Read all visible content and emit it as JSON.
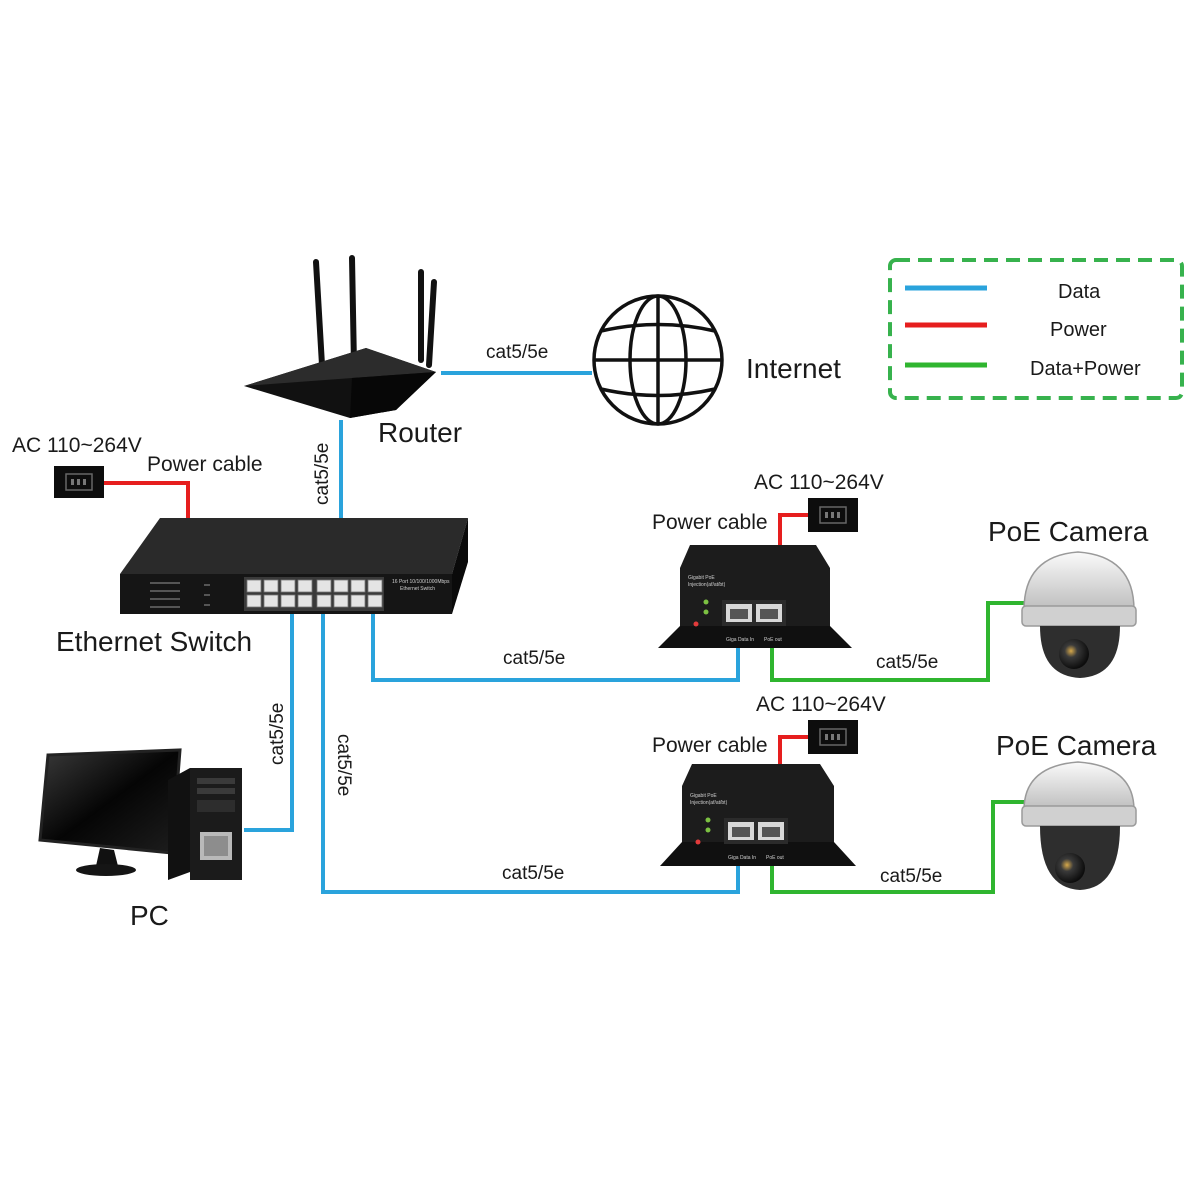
{
  "colors": {
    "data": "#2aa3dc",
    "power": "#e61e1e",
    "data_power": "#2fb52f",
    "legend_border": "#37b24d",
    "device_dark": "#1c1c1c"
  },
  "legend": {
    "items": [
      {
        "label": "Data",
        "color": "#2aa3dc"
      },
      {
        "label": "Power",
        "color": "#e61e1e"
      },
      {
        "label": "Data+Power",
        "color": "#2fb52f"
      }
    ]
  },
  "devices": {
    "router": "Router",
    "internet": "Internet",
    "switch": "Ethernet Switch",
    "pc": "PC",
    "camera_1": "PoE Camera",
    "camera_2": "PoE Camera"
  },
  "power": {
    "ac_switch": "AC 110~264V",
    "ac_injector_1": "AC 110~264V",
    "ac_injector_2": "AC 110~264V",
    "cable_switch": "Power cable",
    "cable_injector_1": "Power cable",
    "cable_injector_2": "Power cable"
  },
  "cables": {
    "router_internet": "cat5/5e",
    "router_switch": "cat5/5e",
    "switch_pc": "cat5/5e",
    "switch_injector_2": "cat5/5e",
    "switch_injector_1": "cat5/5e",
    "injector_1_camera": "cat5/5e",
    "injector_2_bottom": "cat5/5e",
    "injector_2_camera": "cat5/5e"
  },
  "injector_labels": {
    "title": "Gigabit PoE",
    "subtitle": "Injection(af/at/bt)",
    "port_in": "Giga Data In",
    "port_out": "PoE out"
  },
  "switch_labels": {
    "model": "16 Port 10/100/1000Mbps",
    "type": "Ethernet Switch"
  }
}
